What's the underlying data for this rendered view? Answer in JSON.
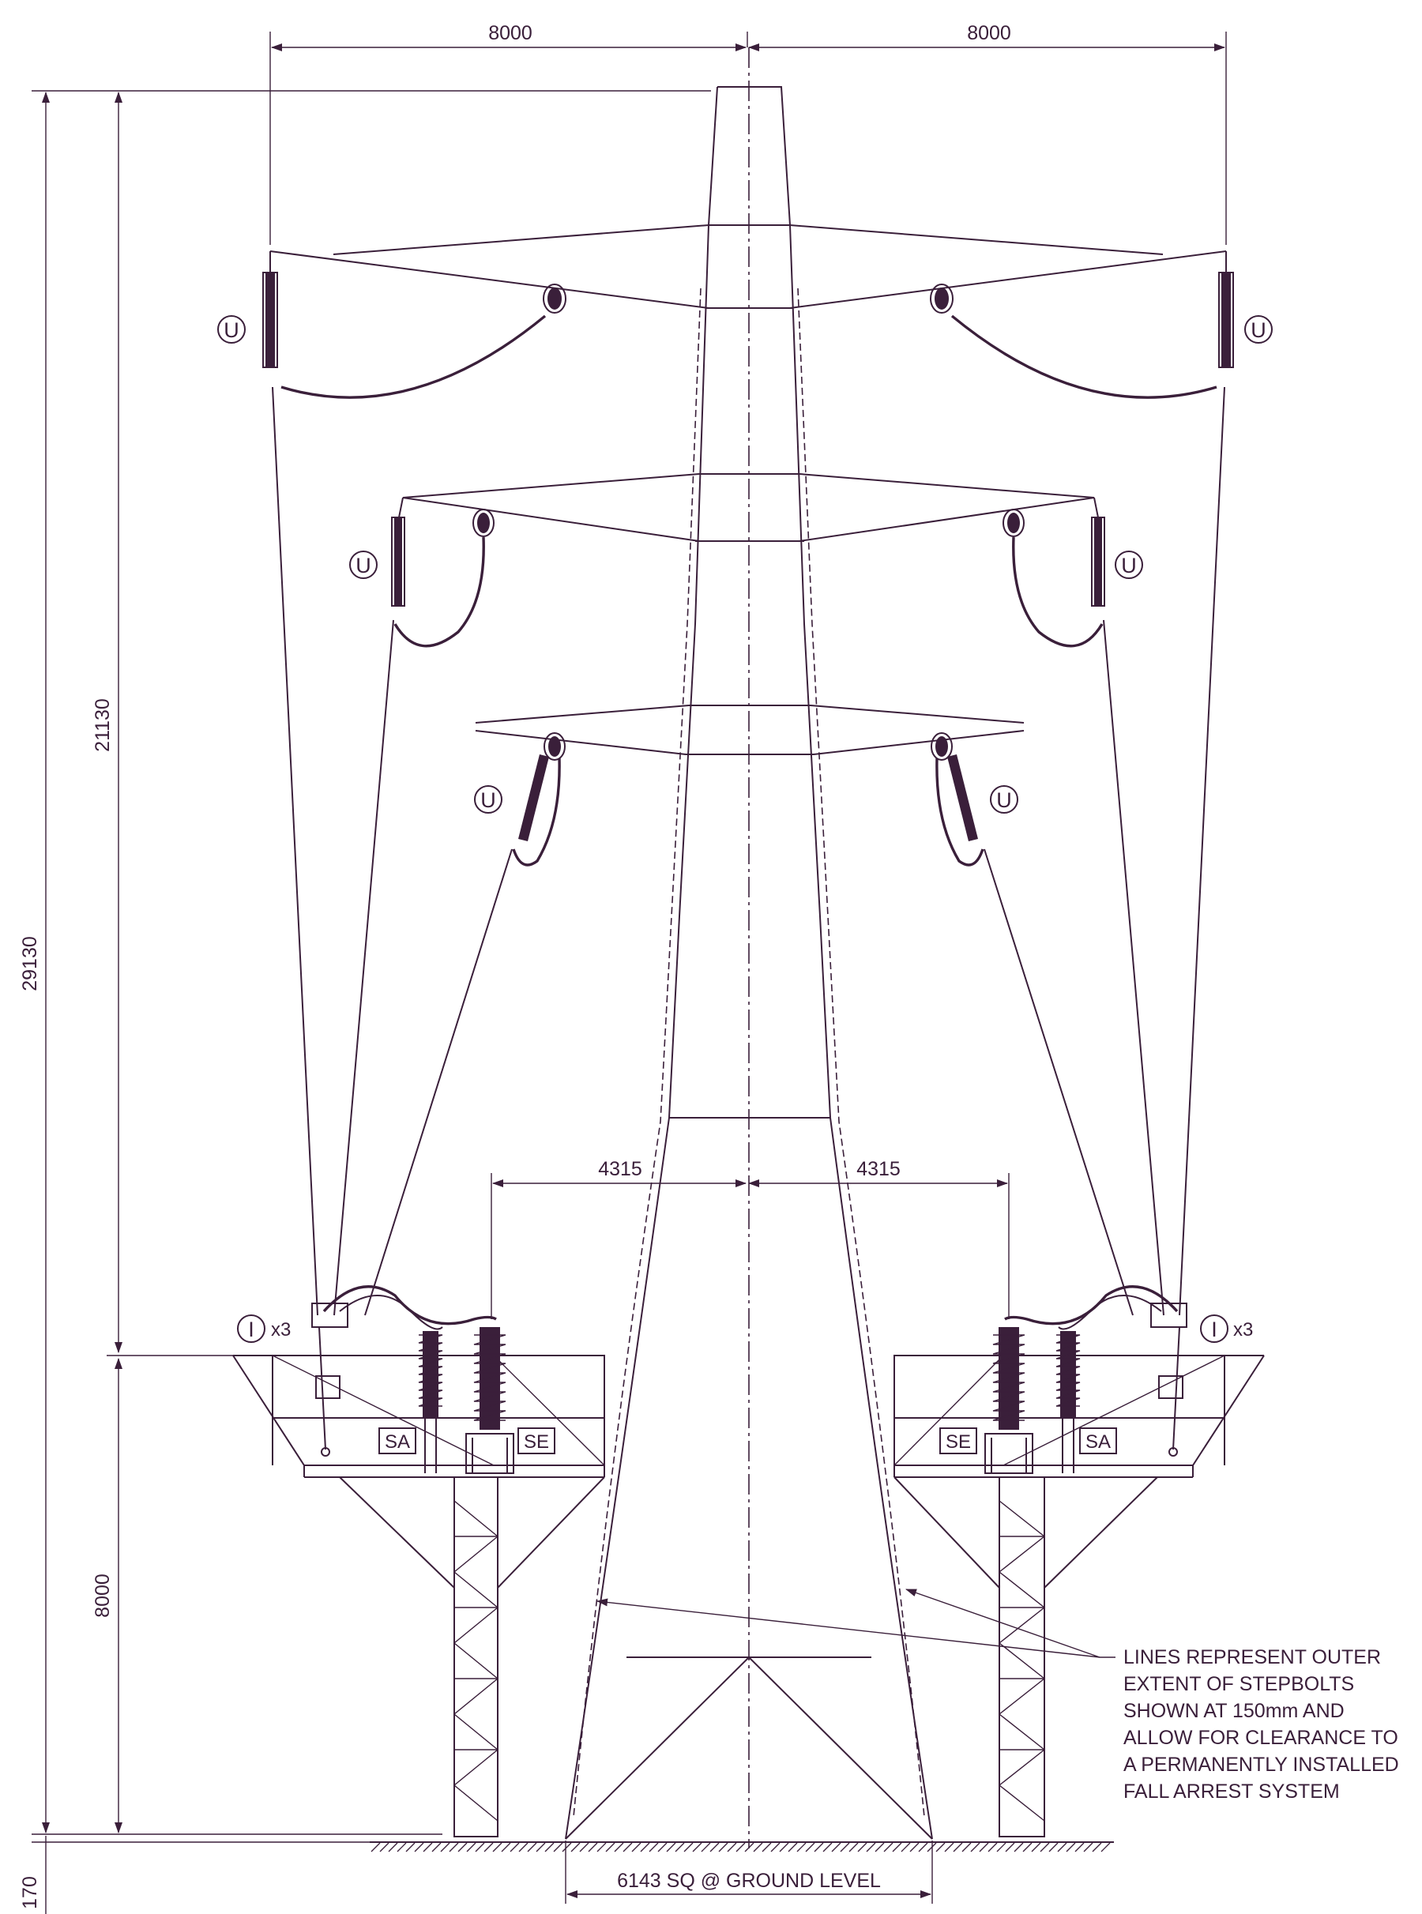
{
  "dimensions": {
    "top_left_span": "8000",
    "top_right_span": "8000",
    "overall_height": "29130",
    "upper_height": "21130",
    "lower_height": "8000",
    "below_ground": "170",
    "platform_left_offset": "4315",
    "platform_right_offset": "4315"
  },
  "labels": {
    "u_marker": "U",
    "i_marker": "I",
    "i_count": "x3",
    "surge_arrester": "SA",
    "sealing_end": "SE"
  },
  "base_label": "6143 SQ @ GROUND LEVEL",
  "note_lines": [
    "LINES REPRESENT OUTER",
    "EXTENT OF STEPBOLTS",
    "SHOWN AT 150mm AND",
    "ALLOW FOR CLEARANCE TO",
    "A PERMANENTLY INSTALLED",
    "FALL ARREST SYSTEM"
  ],
  "colors": {
    "ink": "#3a1f3a",
    "paper": "#ffffff"
  }
}
